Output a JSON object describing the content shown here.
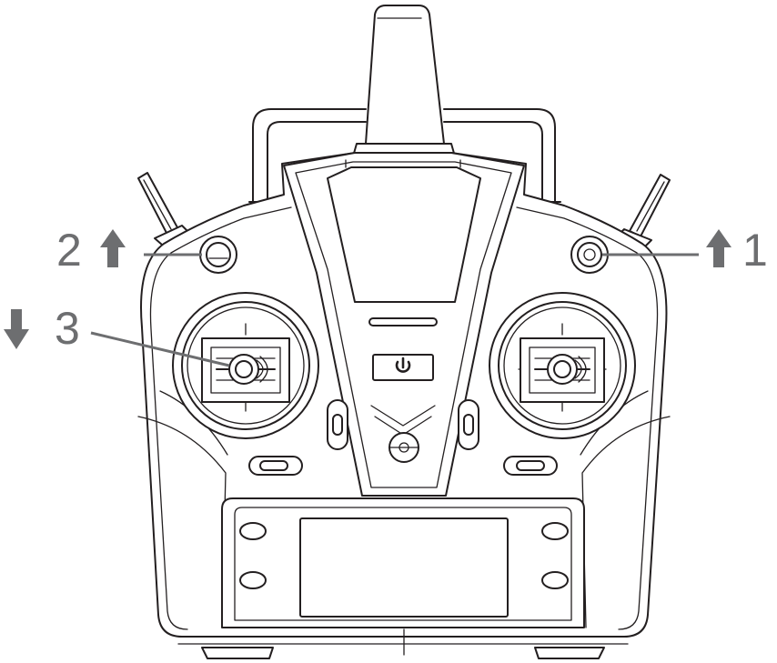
{
  "callouts": [
    {
      "id": "1",
      "label": "1",
      "direction": "up"
    },
    {
      "id": "2",
      "label": "2",
      "direction": "up"
    },
    {
      "id": "3",
      "label": "3",
      "direction": "down"
    }
  ],
  "colors": {
    "line": "#231f20",
    "callout": "#6d6e70",
    "background": "#ffffff"
  },
  "icons": {
    "power_button": "power-icon",
    "up_arrow": "arrow-up-icon",
    "down_arrow": "arrow-down-icon"
  }
}
